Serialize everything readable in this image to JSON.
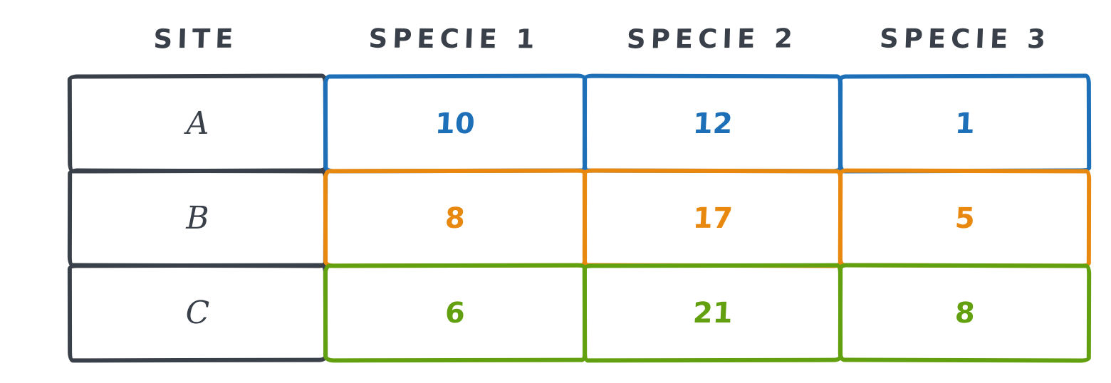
{
  "colors": {
    "background": "#ffffff",
    "dark": "#3a4049",
    "blue": "#1d70b8",
    "orange": "#e8880f",
    "green": "#62a00f"
  },
  "table": {
    "columns": [
      {
        "label": "SITE"
      },
      {
        "label": "SPECIE 1"
      },
      {
        "label": "SPECIE 2"
      },
      {
        "label": "SPECIE 3"
      }
    ],
    "rows": [
      {
        "site": "A",
        "color": "#1d70b8",
        "values": [
          "10",
          "12",
          "1"
        ]
      },
      {
        "site": "B",
        "color": "#e8880f",
        "values": [
          "8",
          "17",
          "5"
        ]
      },
      {
        "site": "C",
        "color": "#62a00f",
        "values": [
          "6",
          "21",
          "8"
        ]
      }
    ]
  },
  "chart_data": {
    "type": "table",
    "title": "",
    "columns": [
      "SITE",
      "SPECIE 1",
      "SPECIE 2",
      "SPECIE 3"
    ],
    "rows": [
      {
        "site": "A",
        "specie_1": 10,
        "specie_2": 12,
        "specie_3": 1
      },
      {
        "site": "B",
        "specie_1": 8,
        "specie_2": 17,
        "specie_3": 5
      },
      {
        "site": "C",
        "specie_1": 6,
        "specie_2": 21,
        "specie_3": 8
      }
    ],
    "row_colors": {
      "A": "#1d70b8",
      "B": "#e8880f",
      "C": "#62a00f"
    },
    "site_column_color": "#3a4049",
    "style": "hand-drawn sketch table, white background"
  }
}
